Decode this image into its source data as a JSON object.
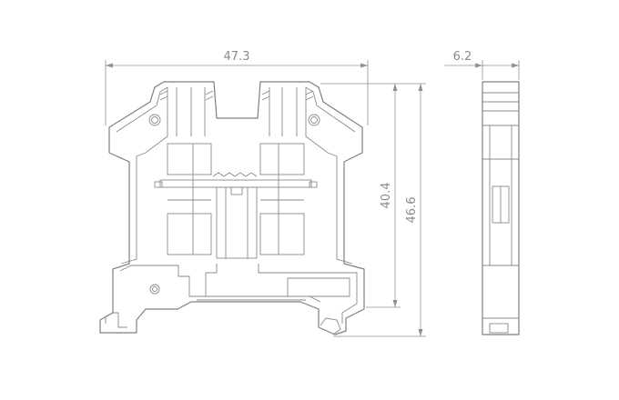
{
  "drawing": {
    "dimensions": {
      "width_front": "47.3",
      "width_side": "6.2",
      "height_inner": "40.4",
      "height_total": "46.6"
    },
    "colors": {
      "line": "#7f7f7f",
      "dimension": "#8f8f8f",
      "background": "#ffffff"
    }
  }
}
